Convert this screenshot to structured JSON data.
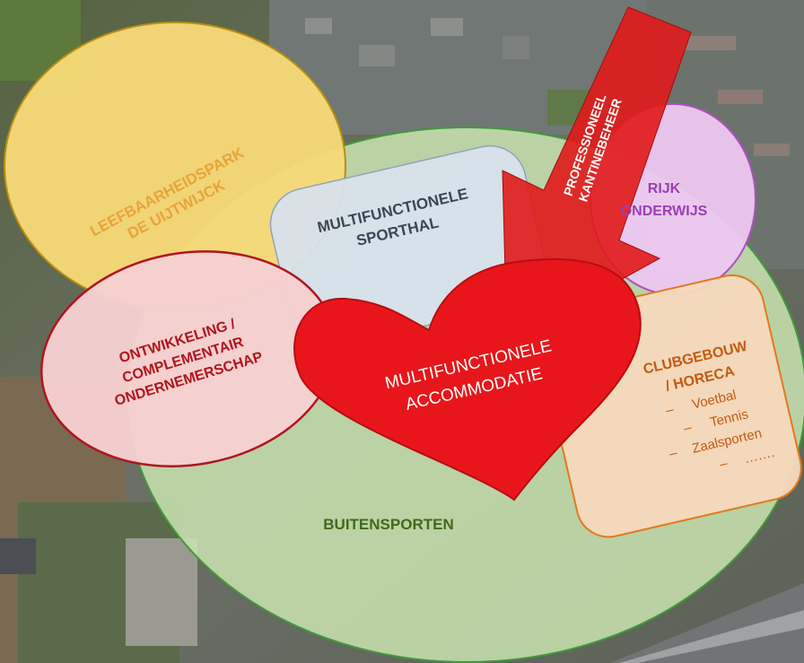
{
  "diagram": {
    "leefbaarheidspark": {
      "line1": "LEEFBAARHEIDSPARK",
      "line2": "DE UIJTWIJCK",
      "color": "#e8a33a"
    },
    "sporthal": {
      "line1": "MULTIFUNCTIONELE",
      "line2": "SPORTHAL",
      "color": "#3d4654"
    },
    "onderwijs": {
      "line1": "RIJK",
      "line2": "ONDERWIJS",
      "color": "#9b3fb3"
    },
    "ondernemerschap": {
      "line1": "ONTWIKKELING /",
      "line2": "COMPLEMENTAIR",
      "line3": "ONDERNEMERSCHAP",
      "color": "#b0151f"
    },
    "accommodatie": {
      "line1": "MULTIFUNCTIONELE",
      "line2": "ACCOMMODATIE",
      "color": "#ffffff"
    },
    "kantinebeheer": {
      "line1": "PROFESSIONEEL",
      "line2": "KANTINEBEHEER",
      "color": "#ffffff"
    },
    "clubgebouw": {
      "line1": "CLUBGEBOUW",
      "line2": "/ HORECA",
      "color": "#c45a12",
      "items": [
        {
          "dash": "–",
          "text": "Voetbal"
        },
        {
          "dash": "–",
          "text": "Tennis"
        },
        {
          "dash": "–",
          "text": "Zaalsporten"
        },
        {
          "dash": "–",
          "text": "……."
        }
      ]
    },
    "buitensporten": {
      "label": "BUITENSPORTEN",
      "color": "#3f6b1a"
    }
  }
}
